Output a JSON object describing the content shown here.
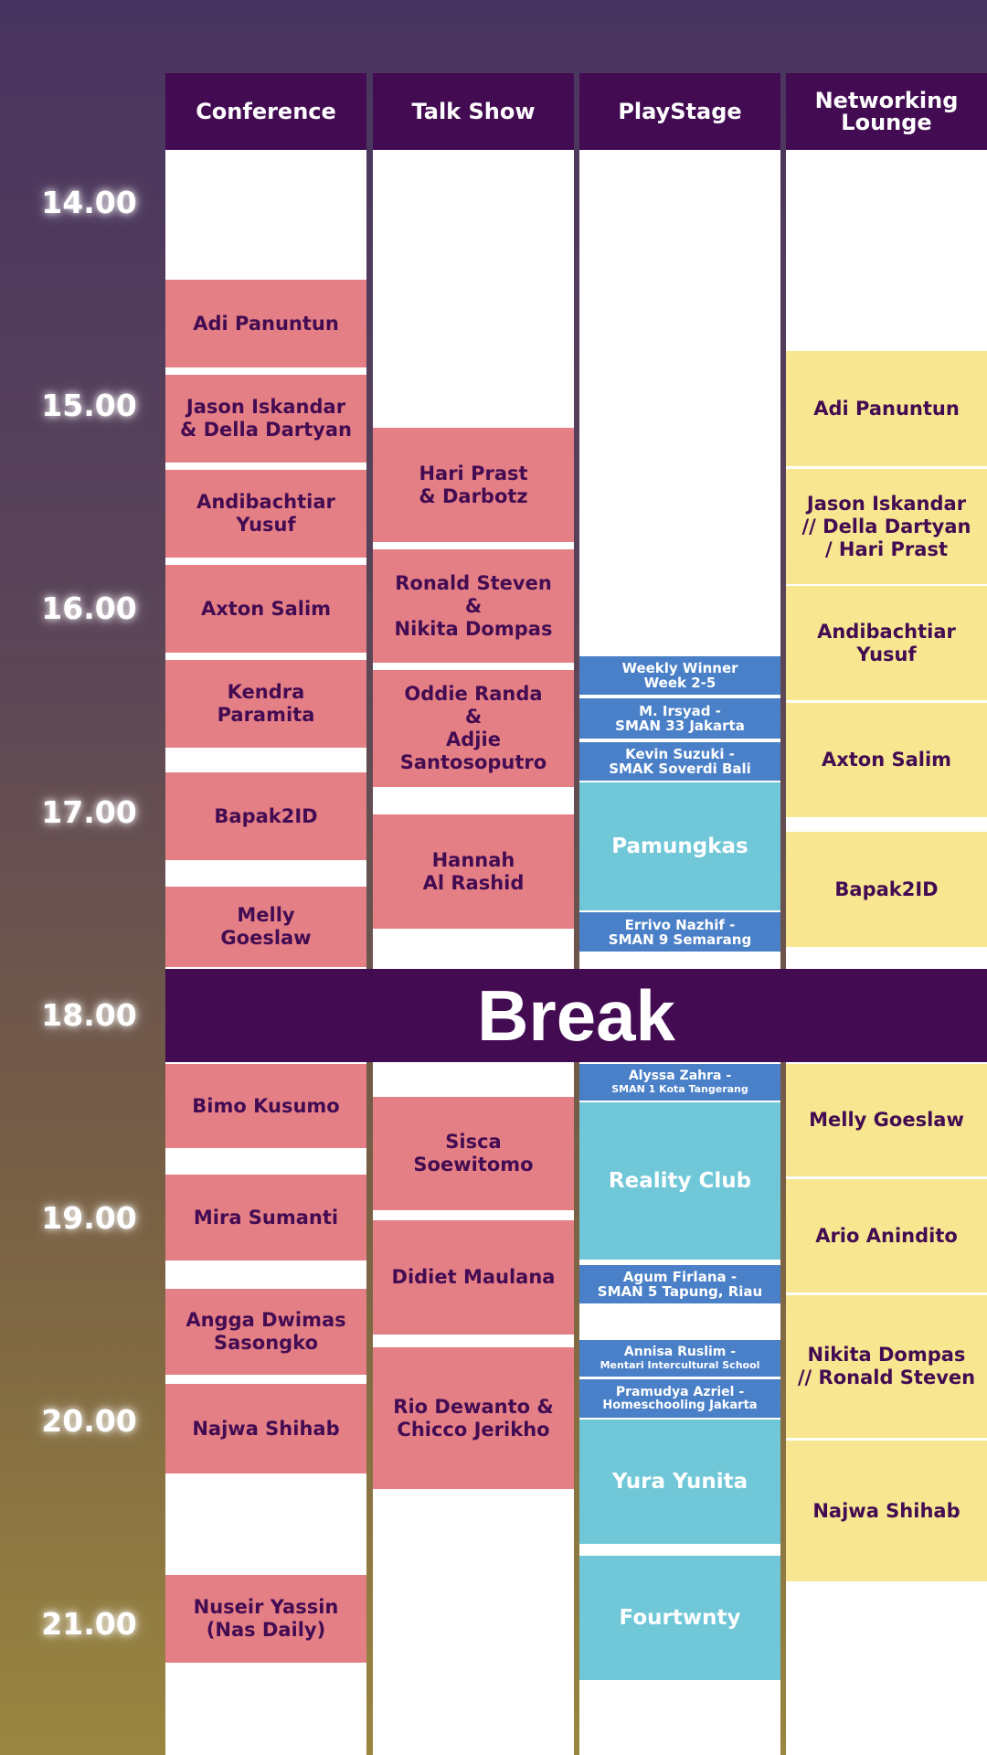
{
  "columns": [
    "Conference",
    "Talk Show",
    "PlayStage",
    "Networking\nLounge"
  ],
  "times": [
    "14.00",
    "15.00",
    "16.00",
    "17.00",
    "18.00",
    "19.00",
    "20.00",
    "21.00"
  ],
  "break_label": "Break",
  "conference": [
    "Adi Panuntun",
    "Jason Iskandar\n& Della Dartyan",
    "Andibachtiar\nYusuf",
    "Axton Salim",
    "Kendra\nParamita",
    "Bapak2ID",
    "Melly\nGoeslaw",
    "Bimo Kusumo",
    "Mira Sumanti",
    "Angga Dwimas\nSasongko",
    "Najwa Shihab",
    "Nuseir Yassin\n(Nas Daily)"
  ],
  "talkshow": [
    "Hari Prast\n& Darbotz",
    "Ronald Steven\n&\nNikita Dompas",
    "Oddie Randa\n&\nAdjie\nSantosoputro",
    "Hannah\nAl Rashid",
    "Sisca\nSoewitomo",
    "Didiet Maulana",
    "Rio Dewanto &\nChicco Jerikho"
  ],
  "playstage": {
    "weekly_winner": "Weekly Winner\nWeek 2-5",
    "irsyad": "M. Irsyad -\nSMAN 33 Jakarta",
    "kevin": "Kevin Suzuki -\nSMAK Soverdi Bali",
    "pamungkas": "Pamungkas",
    "errivo": "Errivo Nazhif -\nSMAN 9 Semarang",
    "alyssa_name": "Alyssa Zahra -",
    "alyssa_school": "SMAN 1 Kota Tangerang",
    "reality_club": "Reality Club",
    "agum": "Agum Firlana -\nSMAN 5 Tapung, Riau",
    "annisa_name": "Annisa Ruslim -",
    "annisa_school": "Mentari Intercultural School",
    "pramudya_name": "Pramudya Azriel -",
    "pramudya_school": "Homeschooling Jakarta",
    "yura": "Yura Yunita",
    "fourtwnty": "Fourtwnty"
  },
  "networking": [
    "Adi Panuntun",
    "Jason Iskandar\n// Della Dartyan\n/ Hari Prast",
    "Andibachtiar\nYusuf",
    "Axton Salim",
    "Bapak2ID",
    "Melly Goeslaw",
    "Ario Anindito",
    "Nikita Dompas\n// Ronald Steven",
    "Najwa Shihab"
  ],
  "colors": {
    "header": "#430c52",
    "conference_talkshow": "#e57f86",
    "networking": "#f8e690",
    "playstage_student": "#4a80c8",
    "playstage_band": "#70c7d8"
  }
}
